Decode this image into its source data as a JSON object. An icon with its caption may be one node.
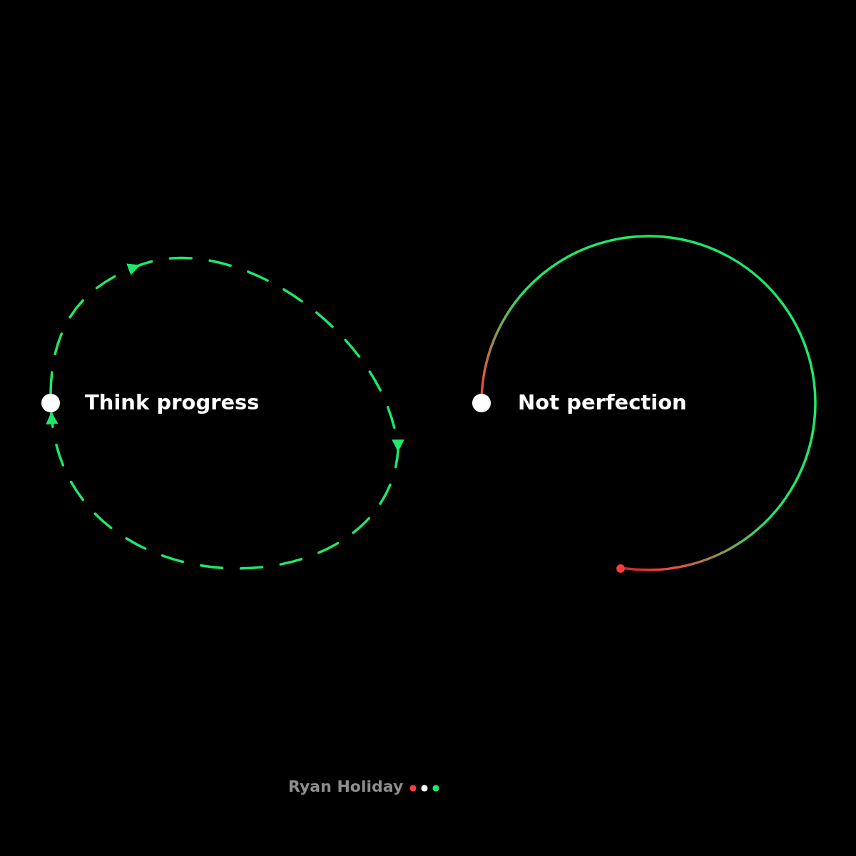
{
  "diagram": {
    "nodes": [
      {
        "text": [],
        "shape": "circle",
        "beside": [
          "Think progress"
        ]
      },
      {
        "text": [],
        "shape": "circle",
        "beside": [
          "Not perfection"
        ]
      },
      {
        "text": [],
        "shape": "circle"
      }
    ],
    "edges": [
      {
        "from": 0,
        "to": 0,
        "arrow": "to",
        "style": "dashed"
      },
      {
        "from": 1,
        "to": 2,
        "arrow": "none"
      }
    ],
    "labels": [
      "Ryan Holiday"
    ]
  }
}
